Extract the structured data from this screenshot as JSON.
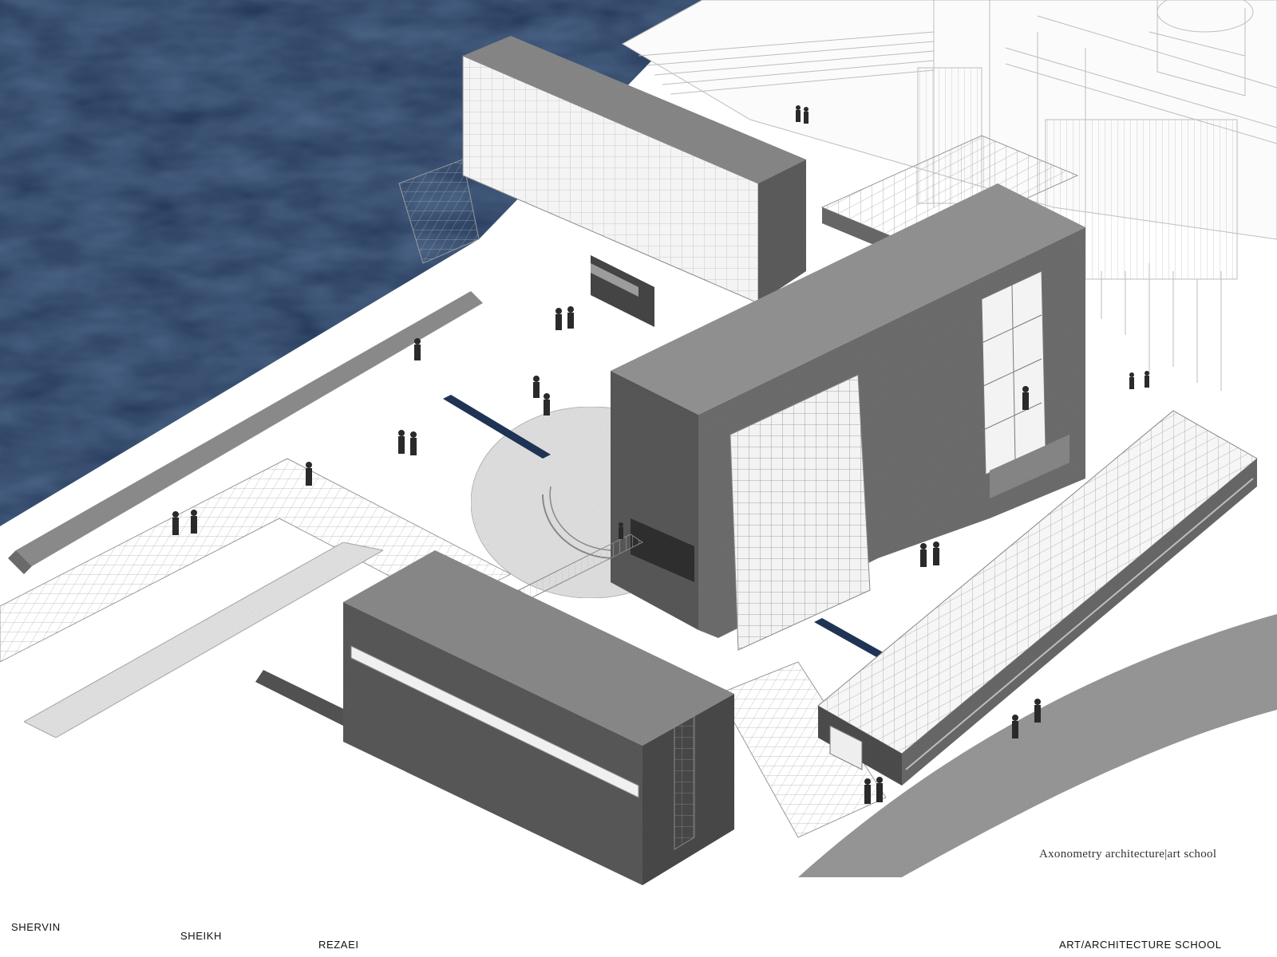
{
  "caption": "Axonometry architecture|art school",
  "footer": {
    "first_name": "SHERVIN",
    "middle_name": "SHEIKH",
    "last_name": "REZAEI",
    "project_title": "ART/ARCHITECTURE SCHOOL"
  },
  "colors": {
    "water": "#1f3355",
    "concrete_dark": "#5a5a5a",
    "concrete_mid": "#8a8a8a",
    "concrete_light": "#b8b8b8",
    "line": "#9a9a9a",
    "marble": "#e6e6e6"
  }
}
